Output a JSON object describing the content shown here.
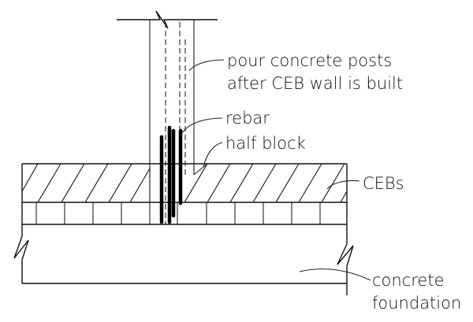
{
  "labels": {
    "posts_line1": "pour concrete posts",
    "posts_line2": "after CEB wall is built",
    "rebar": "rebar",
    "half_block": "half block",
    "cebs": "CEBs",
    "foundation_line1": "concrete",
    "foundation_line2": "foundation"
  },
  "colors": {
    "line": "#222222",
    "rebar": "#000000",
    "background": "#ffffff"
  }
}
